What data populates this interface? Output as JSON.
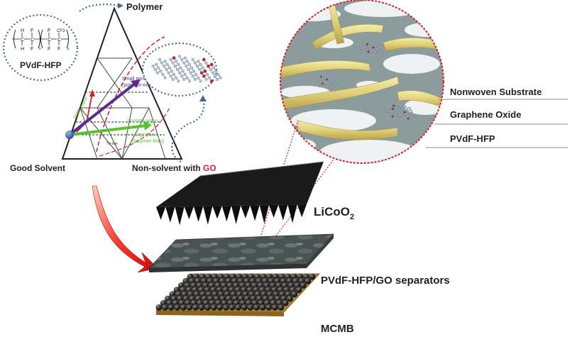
{
  "ternary": {
    "top_label": "Polymer",
    "left_label": "Good Solvent",
    "right_label_prefix": "Non-solvent with ",
    "right_label_highlight": "GO",
    "small_pore_line1": "Small pore",
    "small_pore_line2": "(polymer-rich)",
    "large_pore_line1": "Large pore",
    "large_pore_line2": "(polymer-lean)",
    "stable_region": "Stable region",
    "unstable_region": "Unstable region",
    "tie_line": "Tie line"
  },
  "polymer_structure": {
    "name": "PVdF-HFP",
    "atom_H": "H",
    "atom_C": "C",
    "atom_F": "F",
    "group_CF3": "CF3",
    "sub_x": "x",
    "sub_y": "y"
  },
  "zoom_labels": {
    "nonwoven": "Nonwoven Substrate",
    "graphene_oxide": "Graphene Oxide",
    "pvdf": "PVdF-HFP"
  },
  "stack_labels": {
    "cathode_main": "LiCoO",
    "cathode_sub": "2",
    "separator": "PVdF-HFP/GO separators",
    "anode": "MCMB"
  },
  "colors": {
    "accent_red": "#e0202a",
    "arrow_purple": "#5b2c8f",
    "arrow_green": "#55c22e",
    "dot_blue": "#3a5ca8",
    "dotted_border": "#4a6a8a",
    "zoom_border": "#d0202a",
    "fiber_yellow": "#e8dc8c",
    "film_grey": "#8c9c9c",
    "anode_gold": "#c89a3a"
  }
}
